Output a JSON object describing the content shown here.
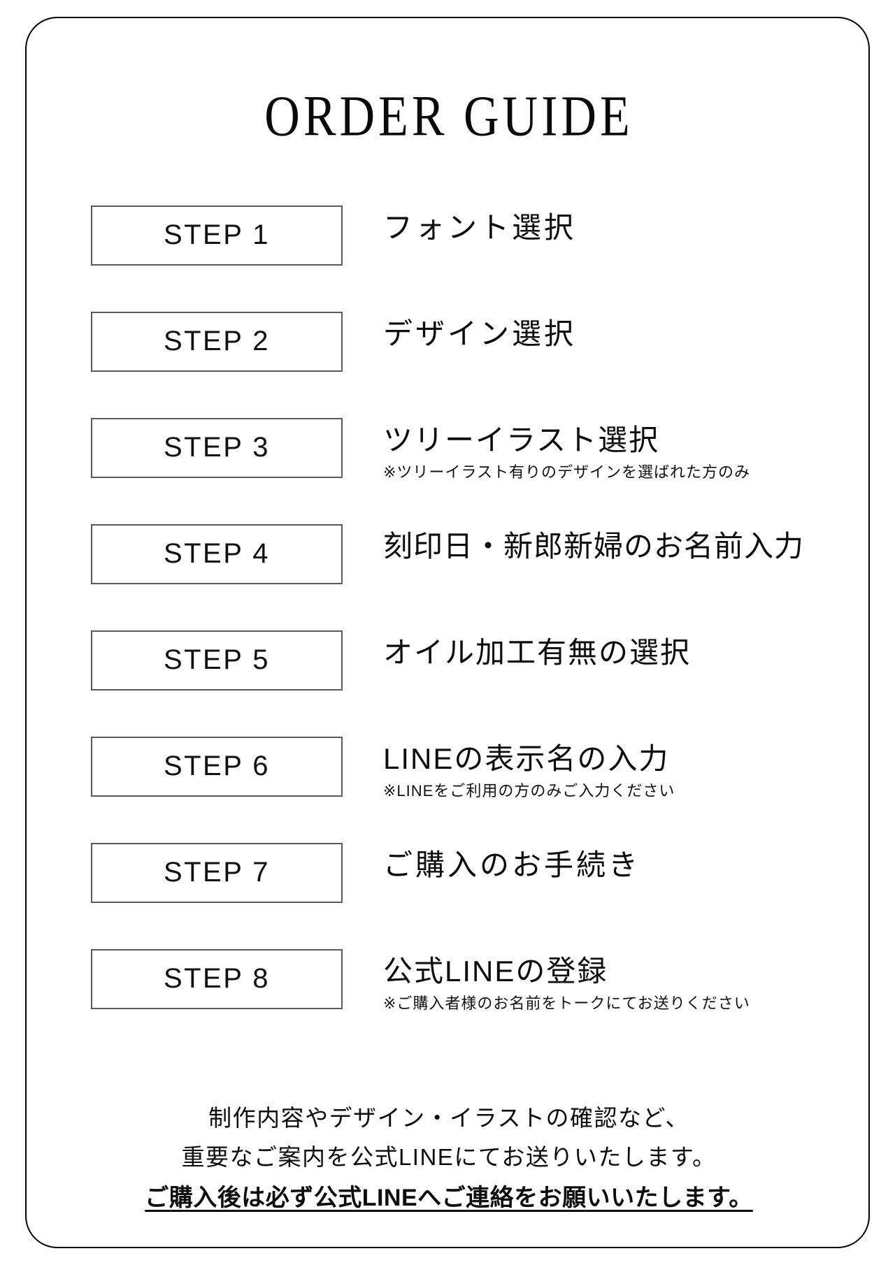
{
  "document": {
    "title": "ORDER GUIDE",
    "frame_color": "#000000",
    "box_border_color": "#5a5a5a",
    "text_color": "#0d0d0d",
    "background": "#ffffff"
  },
  "steps": [
    {
      "badge": "STEP 1",
      "title": "フォント選択",
      "note": ""
    },
    {
      "badge": "STEP 2",
      "title": "デザイン選択",
      "note": ""
    },
    {
      "badge": "STEP 3",
      "title": "ツリーイラスト選択",
      "note": "※ツリーイラスト有りのデザインを選ばれた方のみ"
    },
    {
      "badge": "STEP 4",
      "title": "刻印日・新郎新婦のお名前入力",
      "note": ""
    },
    {
      "badge": "STEP 5",
      "title": "オイル加工有無の選択",
      "note": ""
    },
    {
      "badge": "STEP 6",
      "title": "LINEの表示名の入力",
      "note": "※LINEをご利用の方のみご入力ください"
    },
    {
      "badge": "STEP 7",
      "title": "ご購入のお手続き",
      "note": ""
    },
    {
      "badge": "STEP 8",
      "title": "公式LINEの登録",
      "note": "※ご購入者様のお名前をトークにてお送りください"
    }
  ],
  "footer": {
    "line1": "制作内容やデザイン・イラストの確認など、",
    "line2": "重要なご案内を公式LINEにてお送りいたします。",
    "line3": "ご購入後は必ず公式LINEへご連絡をお願いいたします。"
  }
}
